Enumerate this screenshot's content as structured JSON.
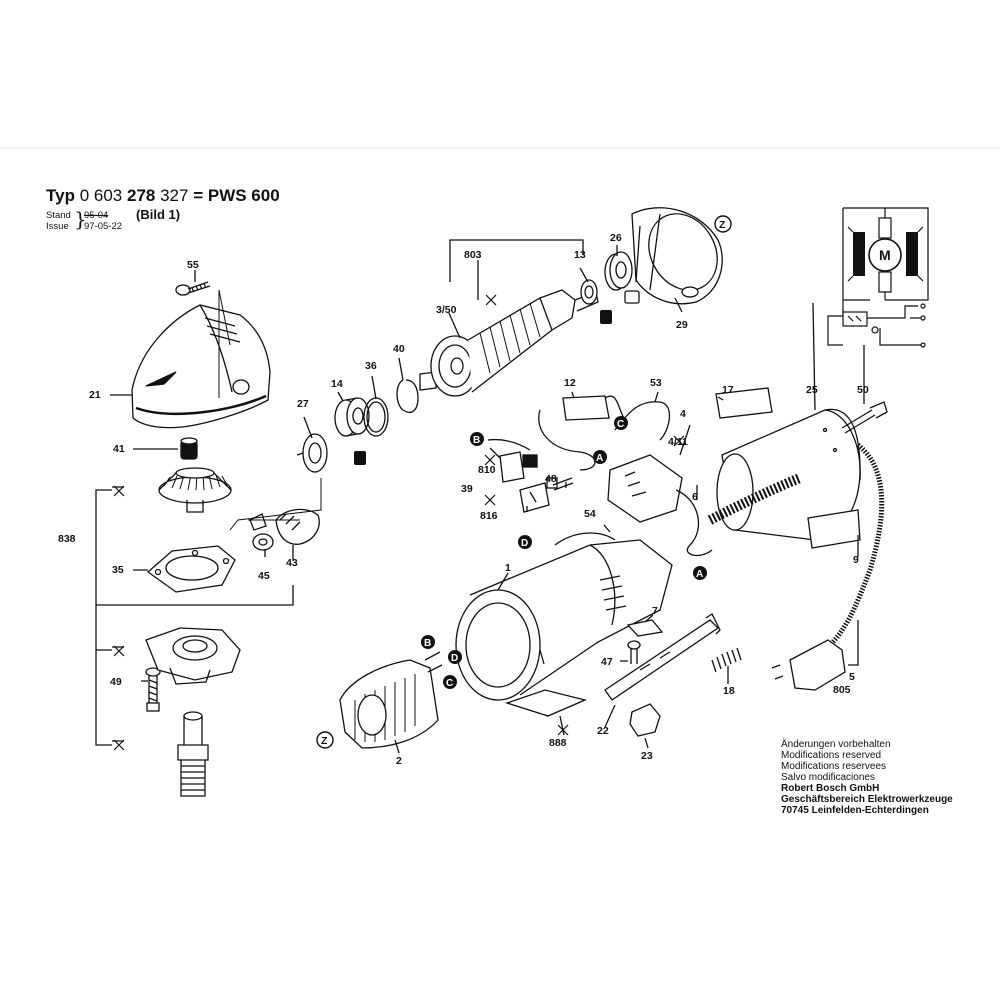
{
  "header": {
    "typ_label": "Typ",
    "typ_number_a": "0 603",
    "typ_number_b": "278",
    "typ_number_c": "327",
    "typ_model": "= PWS 600",
    "bild": "(Bild 1)",
    "stand_label": "Stand",
    "stand_value": "95-04",
    "issue_label": "Issue",
    "issue_value": "97-05-22"
  },
  "notes": {
    "line1": "Änderungen vorbehalten",
    "line2": "Modifications reserved",
    "line3": "Modifications reservees",
    "line4": "Salvo modificaciones",
    "company": "Robert Bosch GmbH",
    "division": "Geschäftsbereich Elektrowerkzeuge",
    "address": "70745 Leinfelden-Echterdingen"
  },
  "parts": {
    "p55": "55",
    "p21": "21",
    "p41": "41",
    "p838": "838",
    "p35": "35",
    "p45": "45",
    "p43": "43",
    "p27": "27",
    "p14": "14",
    "p36": "36",
    "p40": "40",
    "p803": "803",
    "p3_50": "3/50",
    "p13": "13",
    "p26": "26",
    "p29": "29",
    "p12": "12",
    "p53": "53",
    "p4": "4",
    "p4_11": "4/11",
    "p810": "810",
    "p39": "39",
    "p48": "48",
    "p816": "816",
    "p54": "54",
    "p6": "6",
    "p17": "17",
    "p25": "25",
    "p50": "50",
    "p9": "9",
    "p1": "1",
    "p7": "7",
    "p47": "47",
    "p18": "18",
    "p22": "22",
    "p23": "23",
    "p888": "888",
    "p2": "2",
    "p49": "49",
    "p5": "5",
    "p805": "805"
  },
  "connectors": {
    "a": "A",
    "b": "B",
    "c": "C",
    "d": "D",
    "z": "Z"
  },
  "motor_symbol": "M"
}
